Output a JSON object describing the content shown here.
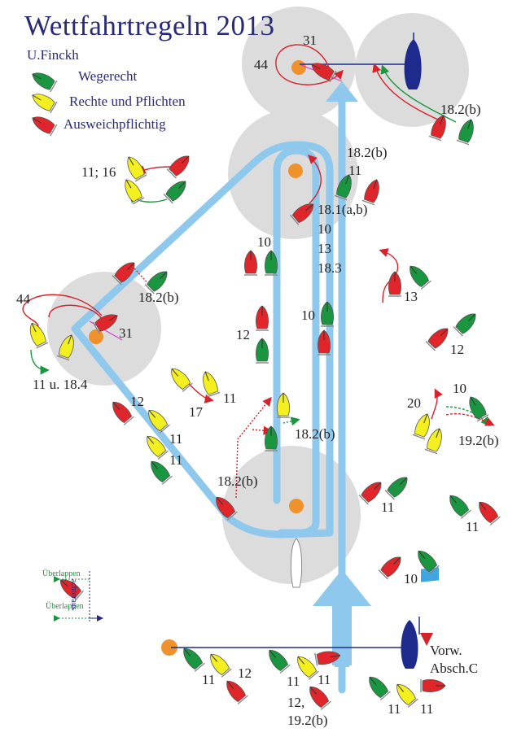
{
  "title": "Wettfahrtregeln 2013",
  "author": "U.Finckh",
  "legend": [
    {
      "label": "Wegerecht",
      "color": "#1a9640"
    },
    {
      "label": "Rechte und Pflichten",
      "color": "#f4f020"
    },
    {
      "label": "Ausweichpflichtig",
      "color": "#e0262a"
    }
  ],
  "colors": {
    "zone": "#dcdcdc",
    "course": "#8ec8ec",
    "mark": "#f0922c",
    "committee_boat": "#1e2a8c",
    "flag": "#3ea6e0",
    "text": "#2a2a7a"
  },
  "rule_labels": {
    "top_31": "31",
    "top_44": "44",
    "top_right_182b": "18.2(b)",
    "center_182b": "18.2(b)",
    "center_11": "11",
    "center_181ab": "18.1(a,b)",
    "center_10": "10",
    "center_13": "13",
    "center_183": "18.3",
    "upper_left_11_16": "11; 16",
    "left_182b": "18.2(b)",
    "left_44": "44",
    "left_31": "31",
    "left_11_184": "11 u. 18.4",
    "mid_10": "10",
    "mid_12": "12",
    "mid_10b": "10",
    "right_13": "13",
    "right_12": "12",
    "right_10": "10",
    "right_20": "20",
    "right_192b": "19.2(b)",
    "lower_17": "17",
    "lower_11a": "11",
    "lower_12": "12",
    "lower_11b": "11",
    "lower_11c": "11",
    "lower_182b": "18.2(b)",
    "lower_mid_182b": "18.2(b)",
    "right_11a": "11",
    "right_11b": "11",
    "right_10b": "10",
    "bottom_11a": "11",
    "bottom_12": "12",
    "bottom_11b": "11",
    "bottom_11c": "11",
    "bottom_12_192b_a": "12,",
    "bottom_12_192b_b": "19.2(b)",
    "bottom_11d": "11",
    "bottom_11e": "11",
    "start_note_a": "Vorw.",
    "start_note_b": "Absch.C"
  },
  "overlap_legend": {
    "top": "Überlappen",
    "bottom": "Überlappen",
    "side": "achteraus"
  }
}
